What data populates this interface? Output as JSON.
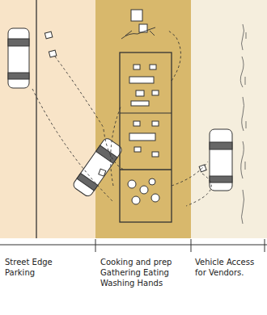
{
  "diagram": {
    "labels": [
      "Street Edge Parking",
      "Cooking and prep Gathering Eating Washing Hands",
      "Vehicle Access for Vendors."
    ]
  }
}
